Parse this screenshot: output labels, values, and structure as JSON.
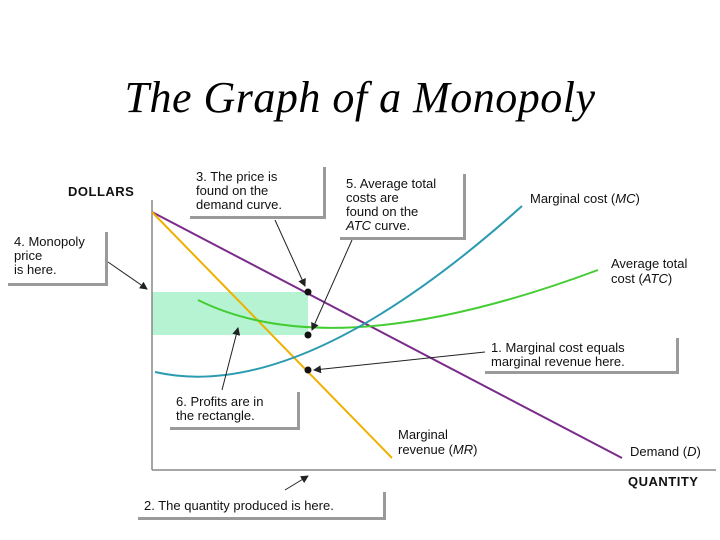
{
  "title": "The Graph of a Monopoly",
  "axes": {
    "y_label": "DOLLARS",
    "x_label": "QUANTITY"
  },
  "curves": {
    "mc": {
      "pre": "Marginal cost (",
      "abbr": "MC",
      "post": ")",
      "color": "#2a9bb0"
    },
    "atc": {
      "line1": "Average total",
      "pre": "cost (",
      "abbr": "ATC",
      "post": ")",
      "color": "#44cc33"
    },
    "mr": {
      "line1": "Marginal",
      "pre": "revenue (",
      "abbr": "MR",
      "post": ")",
      "color": "#f0b000"
    },
    "demand": {
      "pre": "Demand (",
      "abbr": "D",
      "post": ")",
      "color": "#7a2a8a"
    }
  },
  "profit_color": "#b6f3d2",
  "callouts": {
    "c1": "1. Marginal cost equals\nmarginal revenue here.",
    "c2": "2. The quantity produced is here.",
    "c3": "3. The price is\nfound on the\ndemand curve.",
    "c4": "4. Monopoly\nprice\nis here.",
    "c5_pre": "5. Average total\ncosts are\nfound on the\n",
    "c5_italic": "ATC",
    "c5_post": " curve.",
    "c6": "6. Profits are in\nthe rectangle."
  }
}
